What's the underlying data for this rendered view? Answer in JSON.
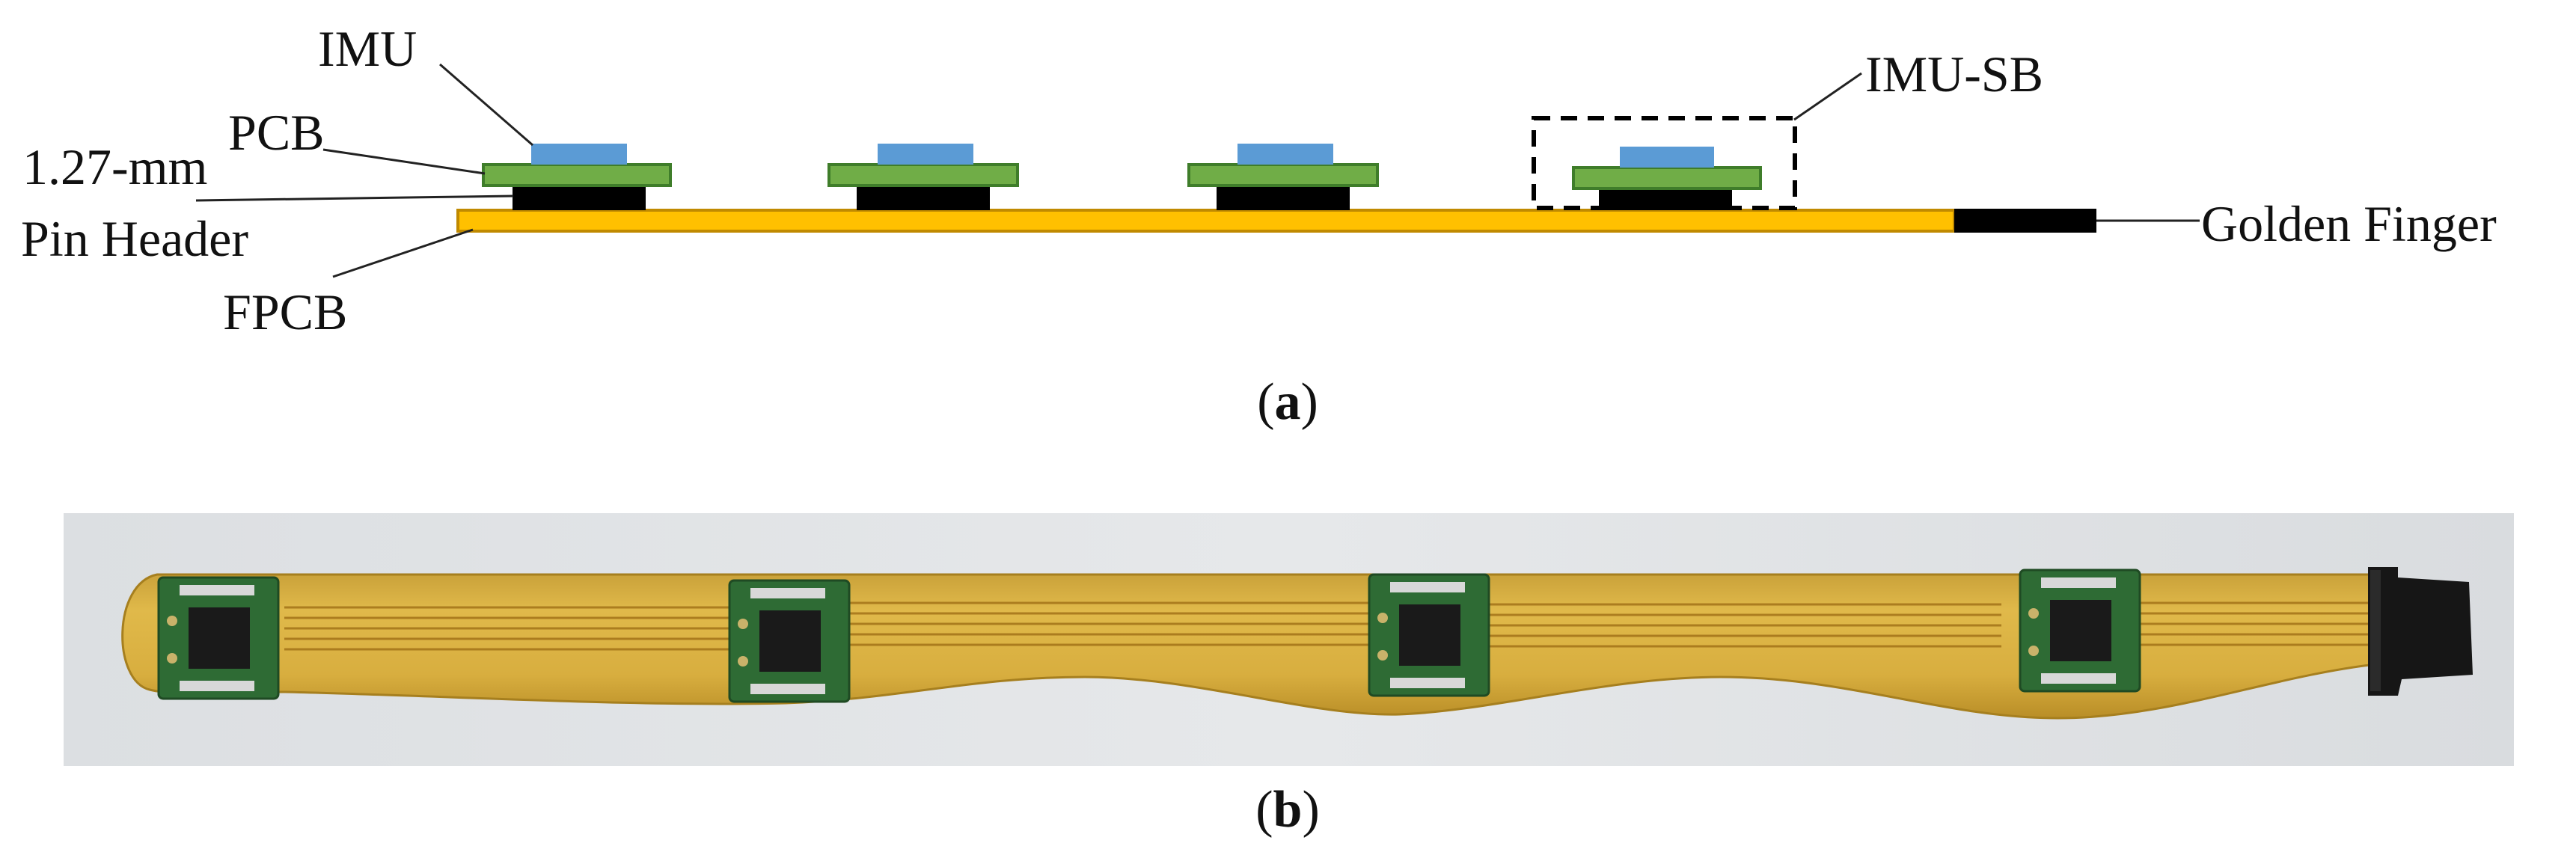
{
  "panel_a": {
    "labels": {
      "imu": "IMU",
      "pcb": "PCB",
      "pin_header_line1": "1.27-mm",
      "pin_header_line2": "Pin Header",
      "fpcb": "FPCB",
      "imu_sb": "IMU-SB",
      "golden_finger": "Golden Finger"
    },
    "caption_open": "(",
    "caption_letter": "a",
    "caption_close": ")"
  },
  "panel_b": {
    "caption_open": "(",
    "caption_letter": "b",
    "caption_close": ")"
  },
  "colors": {
    "imu": "#5b9bd5",
    "pcb": "#70ad47",
    "pcb_border": "#3f7d2a",
    "pin_header": "#000000",
    "fpcb": "#ffc000",
    "fpcb_border": "#c08a00",
    "golden_finger": "#000000"
  }
}
